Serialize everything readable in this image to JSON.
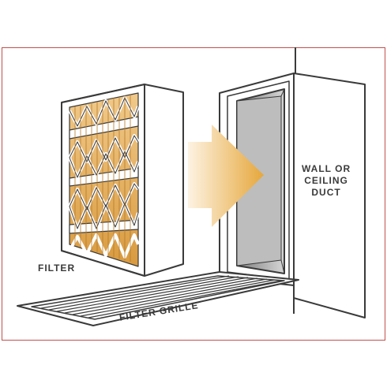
{
  "labels": {
    "filter": "FILTER",
    "duct_line1": "WALL OR",
    "duct_line2": "CEILING",
    "duct_line3": "DUCT",
    "grille": "FILTER GRILLE"
  },
  "colors": {
    "frame_border": "#c0504d",
    "outline": "#3a3a3a",
    "filter_pleat": "#e3ad5c",
    "filter_pleat_light": "#f3d9a8",
    "duct_shadow": "#9a9a9a",
    "arrow_dark": "#e6a73c",
    "arrow_light": "#fdf3e2"
  },
  "icons": {
    "arrow": "right-arrow-icon"
  }
}
